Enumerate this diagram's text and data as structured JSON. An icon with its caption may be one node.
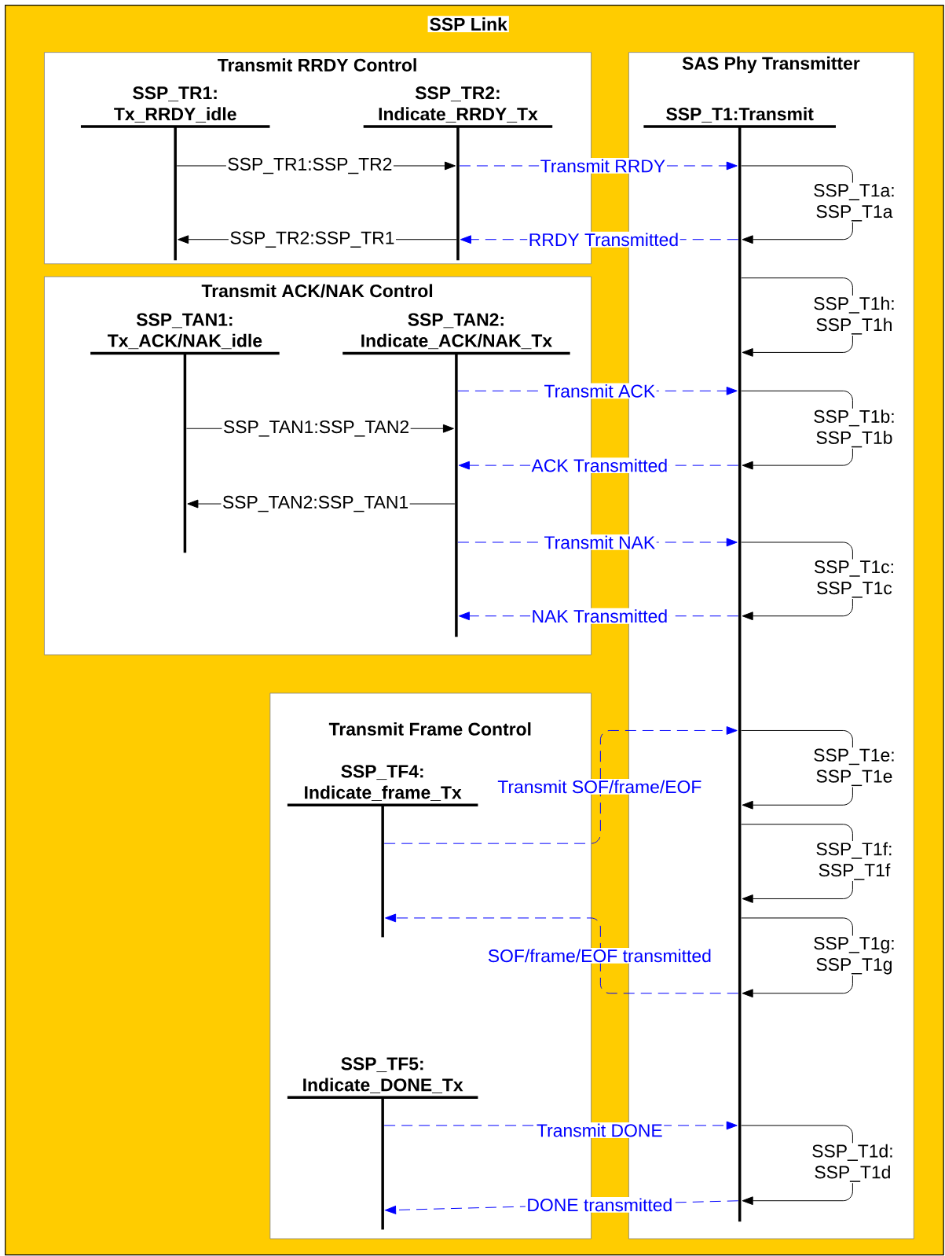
{
  "diagram": {
    "nodes": [
      {
        "text": [
          "SSP Link"
        ]
      },
      {
        "text": [
          "Transmit RRDY Control"
        ],
        "in": 0
      },
      {
        "text": [
          "SSP_TR1: Tx_RRDY_idle"
        ],
        "in": 1
      },
      {
        "text": [
          "SSP_TR2: Indicate_RRDY_Tx"
        ],
        "in": 1
      },
      {
        "text": [
          "SAS Phy Transmitter"
        ],
        "in": 0
      },
      {
        "text": [
          "SSP_T1:Transmit"
        ],
        "in": 4
      },
      {
        "text": [
          "Transmit ACK/NAK Control"
        ],
        "in": 0
      },
      {
        "text": [
          "SSP_TAN1: Tx_ACK/NAK_idle"
        ],
        "in": 6
      },
      {
        "text": [
          "SSP_TAN2: Indicate_ACK/NAK_Tx"
        ],
        "in": 6
      },
      {
        "text": [
          "Transmit Frame Control"
        ],
        "in": 0
      },
      {
        "text": [
          "SSP_TF4: Indicate_frame_Tx"
        ],
        "in": 9
      },
      {
        "text": [
          "SSP_TF5: Indicate_DONE_Tx"
        ],
        "in": 9
      }
    ],
    "edges": [
      {
        "from": 2,
        "to": 3,
        "arrow": "to",
        "label": "SSP_TR1:SSP_TR2"
      },
      {
        "from": 3,
        "to": 5,
        "arrow": "to",
        "label": "Transmit RRDY",
        "style": "dashed",
        "color": "#0000ff"
      },
      {
        "from": 3,
        "to": 2,
        "arrow": "to",
        "label": "SSP_TR2:SSP_TR1"
      },
      {
        "from": 5,
        "to": 3,
        "arrow": "to",
        "label": "RRDY Transmitted",
        "style": "dashed",
        "color": "#0000ff"
      },
      {
        "from": 5,
        "to": 5,
        "arrow": "to",
        "label": "SSP_T1a: SSP_T1a"
      },
      {
        "from": 5,
        "to": 5,
        "arrow": "to",
        "label": "SSP_T1h: SSP_T1h"
      },
      {
        "from": 8,
        "to": 5,
        "arrow": "to",
        "label": "Transmit ACK",
        "style": "dashed",
        "color": "#0000ff"
      },
      {
        "from": 5,
        "to": 5,
        "arrow": "to",
        "label": "SSP_T1b: SSP_T1b"
      },
      {
        "from": 7,
        "to": 8,
        "arrow": "to",
        "label": "SSP_TAN1:SSP_TAN2"
      },
      {
        "from": 5,
        "to": 8,
        "arrow": "to",
        "label": "ACK Transmitted",
        "style": "dashed",
        "color": "#0000ff"
      },
      {
        "from": 8,
        "to": 7,
        "arrow": "to",
        "label": "SSP_TAN2:SSP_TAN1"
      },
      {
        "from": 8,
        "to": 5,
        "arrow": "to",
        "label": "Transmit NAK",
        "style": "dashed",
        "color": "#0000ff"
      },
      {
        "from": 5,
        "to": 5,
        "arrow": "to",
        "label": "SSP_T1c: SSP_T1c"
      },
      {
        "from": 5,
        "to": 8,
        "arrow": "to",
        "label": "NAK Transmitted",
        "style": "dashed",
        "color": "#0000ff"
      },
      {
        "from": 10,
        "to": 5,
        "arrow": "to",
        "label": "Transmit SOF/frame/EOF",
        "style": "dashed",
        "color": "#0000ff"
      },
      {
        "from": 5,
        "to": 5,
        "arrow": "to",
        "label": "SSP_T1e: SSP_T1e"
      },
      {
        "from": 5,
        "to": 5,
        "arrow": "to",
        "label": "SSP_T1f: SSP_T1f"
      },
      {
        "from": 5,
        "to": 5,
        "arrow": "to",
        "label": "SSP_T1g: SSP_T1g"
      },
      {
        "from": 5,
        "to": 10,
        "arrow": "to",
        "label": "SOF/frame/EOF transmitted",
        "style": "dashed",
        "color": "#0000ff"
      },
      {
        "from": 11,
        "to": 5,
        "arrow": "to",
        "label": "Transmit DONE",
        "style": "dashed",
        "color": "#0000ff"
      },
      {
        "from": 5,
        "to": 5,
        "arrow": "to",
        "label": "SSP_T1d: SSP_T1d"
      },
      {
        "from": 5,
        "to": 11,
        "arrow": "to",
        "label": "DONE transmitted",
        "style": "dashed",
        "color": "#0000ff"
      }
    ]
  }
}
